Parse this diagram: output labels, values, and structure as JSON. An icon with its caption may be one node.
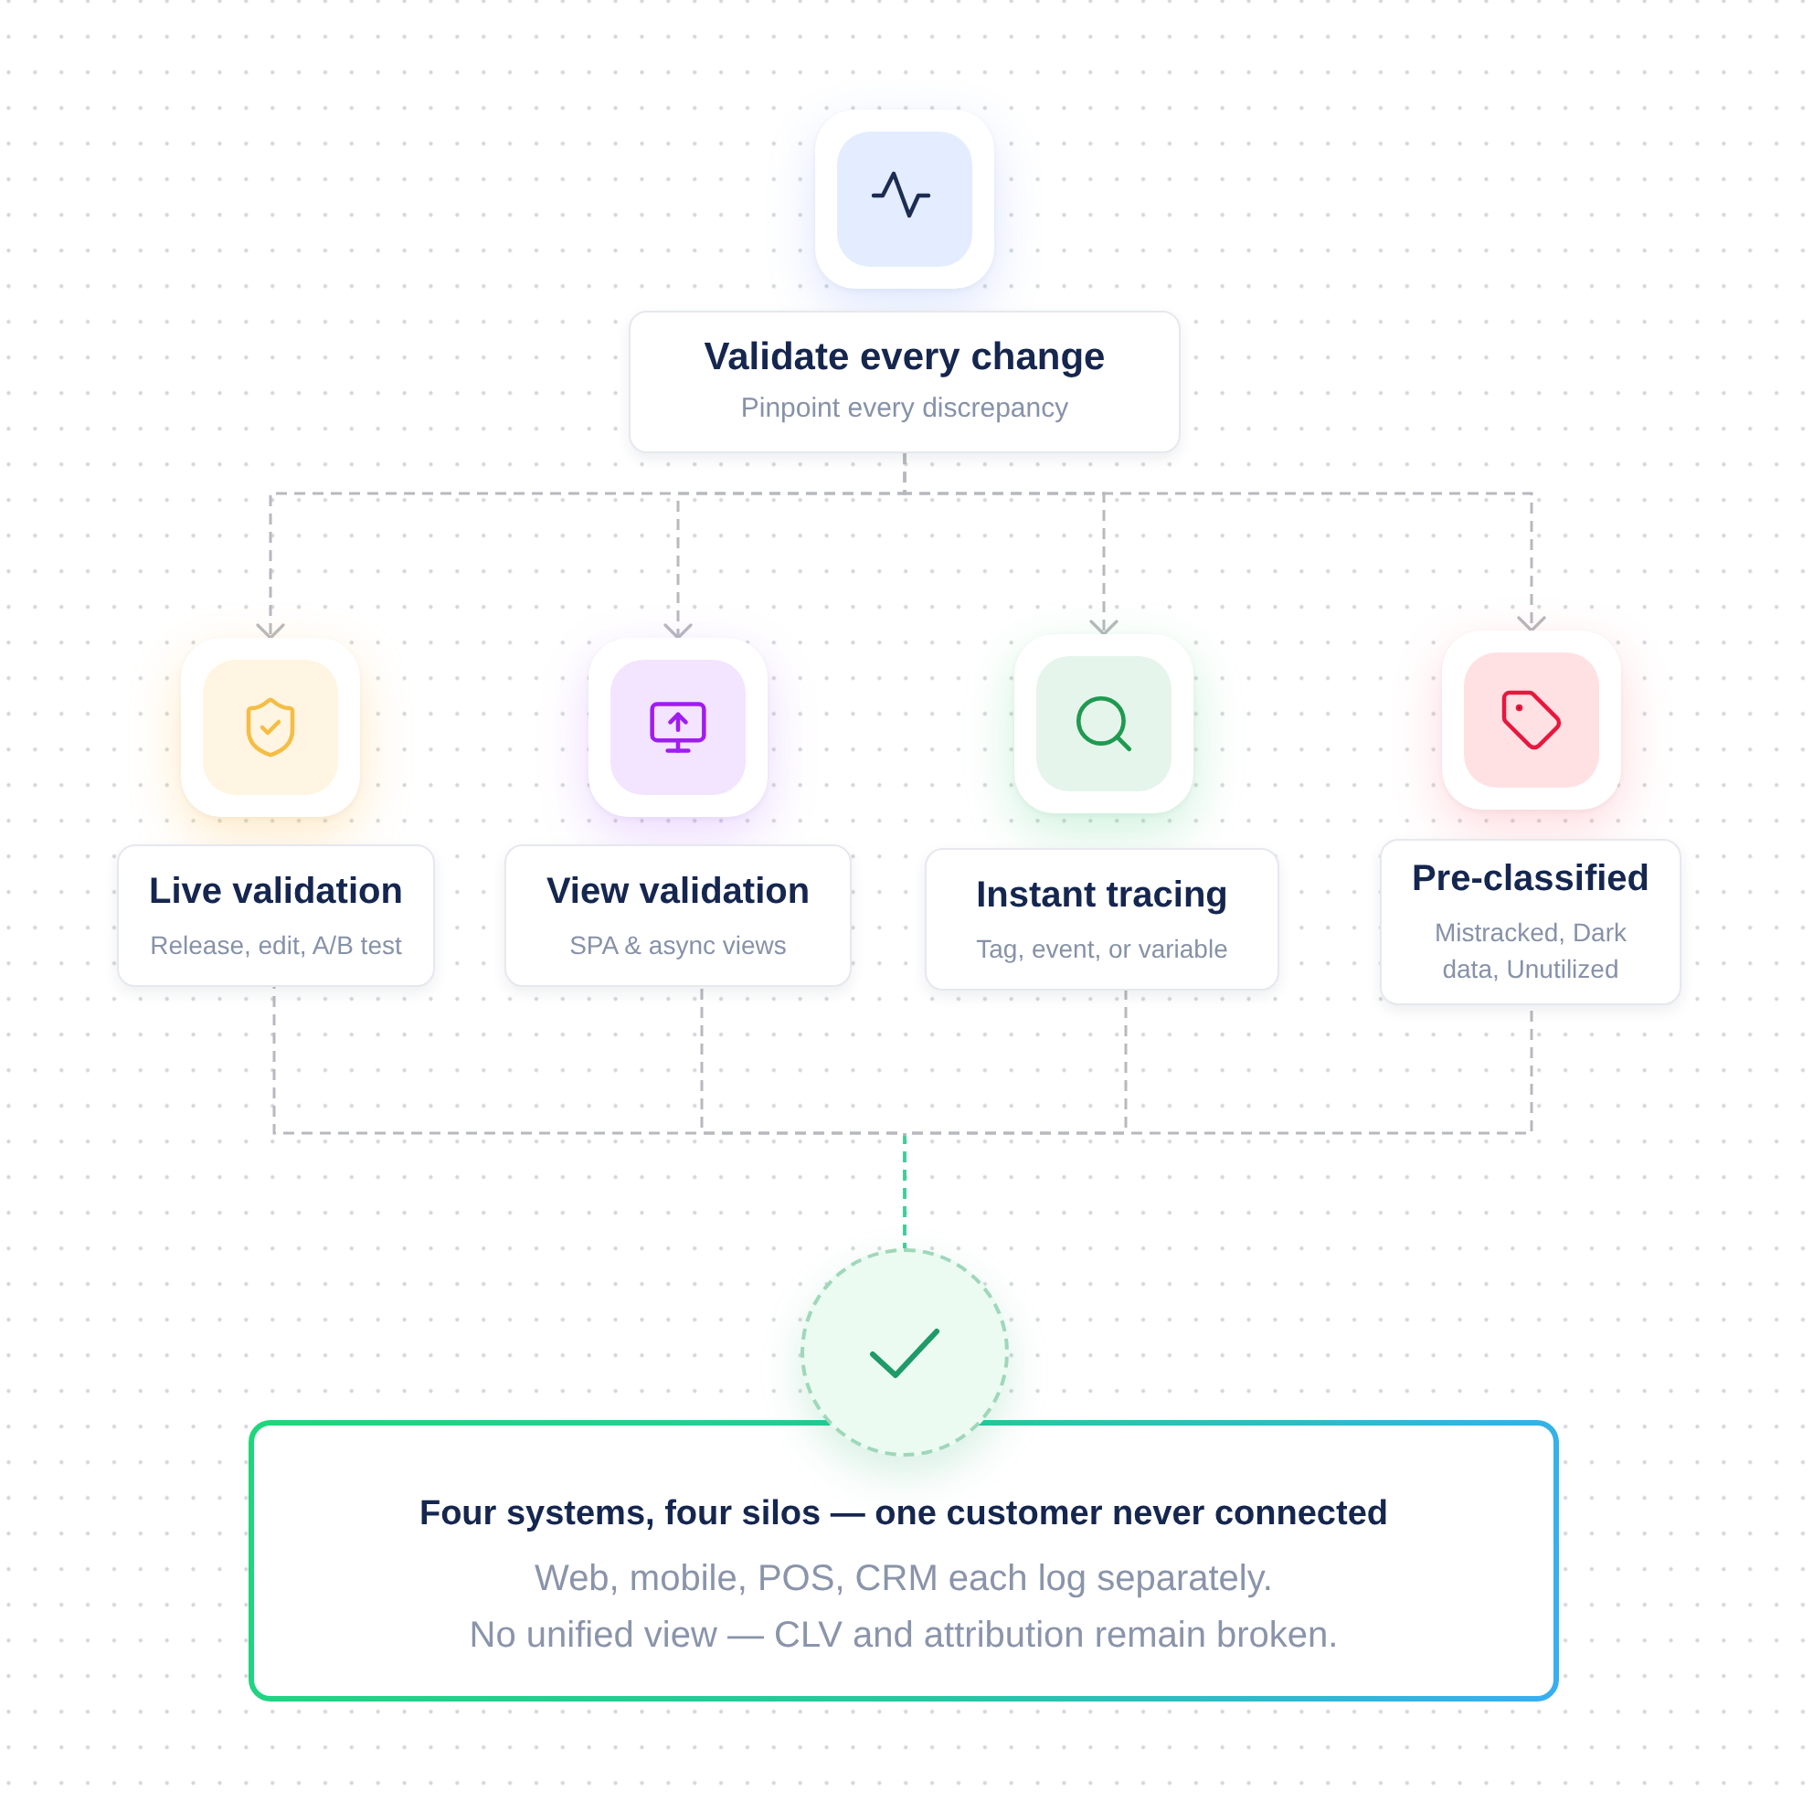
{
  "diagram": {
    "nodes": [
      {
        "text": [],
        "shape": "box"
      },
      {
        "text": [
          "Validate every change",
          "Pinpoint every discrepancy"
        ]
      },
      {
        "text": [],
        "shape": "box"
      },
      {
        "text": [
          "Live validation",
          "Release, edit, A/B test"
        ]
      },
      {
        "text": [],
        "shape": "box"
      },
      {
        "text": [
          "View validation",
          "SPA & async views"
        ]
      },
      {
        "text": [],
        "shape": "box"
      },
      {
        "text": [
          "Instant tracing",
          "Tag, event, or variable"
        ]
      },
      {
        "text": [],
        "shape": "box"
      },
      {
        "text": [
          "Pre-classified",
          "Mistracked, Dark data, Unutilized"
        ]
      },
      {
        "text": [],
        "shape": "circle"
      },
      {
        "text": [
          "Four systems, four silos — one customer never connected",
          "Web, mobile, POS, CRM each log separately.",
          "No unified view — CLV and attribution remain broken."
        ]
      }
    ],
    "edges": [
      {
        "from": 1,
        "to": 2,
        "arrow": "to",
        "style": "dashed"
      },
      {
        "from": 1,
        "to": 4,
        "arrow": "to",
        "style": "dashed"
      },
      {
        "from": 1,
        "to": 6,
        "arrow": "to",
        "style": "dashed"
      },
      {
        "from": 1,
        "to": 8,
        "arrow": "to",
        "style": "dashed"
      },
      {
        "from": 3,
        "to": 10,
        "arrow": "none",
        "style": "dashed"
      },
      {
        "from": 5,
        "to": 10,
        "arrow": "none",
        "style": "dashed"
      },
      {
        "from": 7,
        "to": 10,
        "arrow": "none",
        "style": "dashed"
      },
      {
        "from": 9,
        "to": 10,
        "arrow": "none",
        "style": "dashed"
      }
    ]
  }
}
